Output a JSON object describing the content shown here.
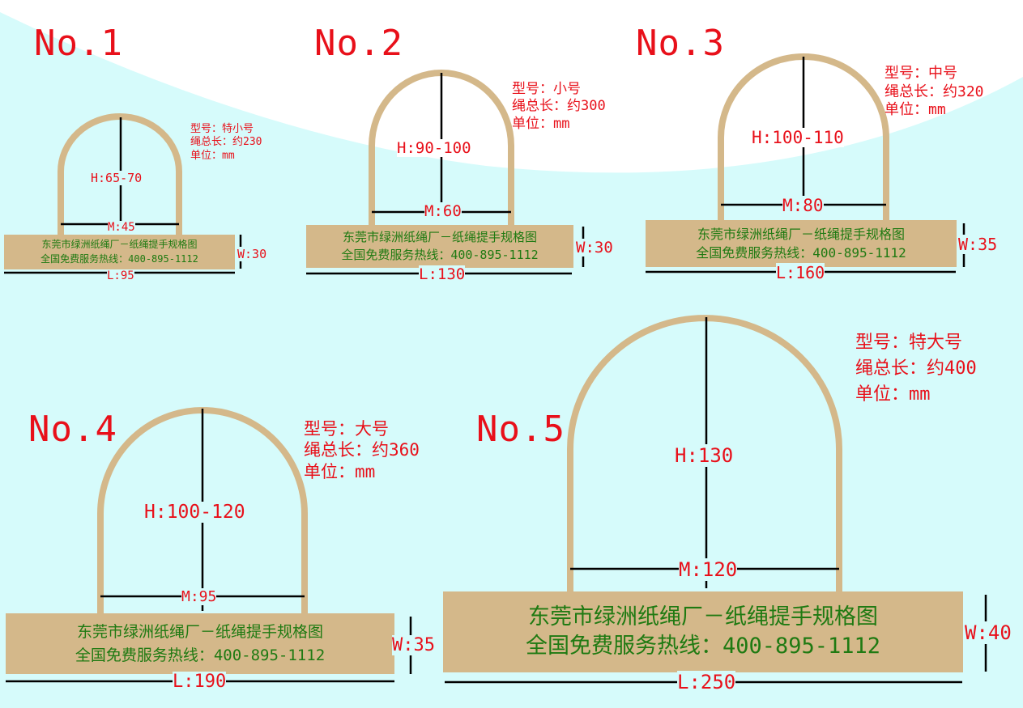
{
  "colors": {
    "background": "#d6fbfb",
    "wave": "#ffffff",
    "rope": "#d4b88a",
    "label_red": "#e8101a",
    "panel_text": "#1f7a12",
    "line": "#000000"
  },
  "panel": {
    "line1": "东莞市绿洲纸绳厂－纸绳提手规格图",
    "line2": "全国免费服务热线：400-895-1112"
  },
  "items": [
    {
      "number": "No.1",
      "model": "型号：特小号",
      "rope_length": "绳总长：约230",
      "unit": "单位：mm",
      "height": "H:65-70",
      "middle": "M:45",
      "width": "W:30",
      "length": "L:95"
    },
    {
      "number": "No.2",
      "model": "型号：小号",
      "rope_length": "绳总长：约300",
      "unit": "单位：mm",
      "height": "H:90-100",
      "middle": "M:60",
      "width": "W:30",
      "length": "L:130"
    },
    {
      "number": "No.3",
      "model": "型号：中号",
      "rope_length": "绳总长：约320",
      "unit": "单位：mm",
      "height": "H:100-110",
      "middle": "M:80",
      "width": "W:35",
      "length": "L:160"
    },
    {
      "number": "No.4",
      "model": "型号：大号",
      "rope_length": "绳总长：约360",
      "unit": "单位：mm",
      "height": "H:100-120",
      "middle": "M:95",
      "width": "W:35",
      "length": "L:190"
    },
    {
      "number": "No.5",
      "model": "型号：特大号",
      "rope_length": "绳总长：约400",
      "unit": "单位：mm",
      "height": "H:130",
      "middle": "M:120",
      "width": "W:40",
      "length": "L:250"
    }
  ]
}
